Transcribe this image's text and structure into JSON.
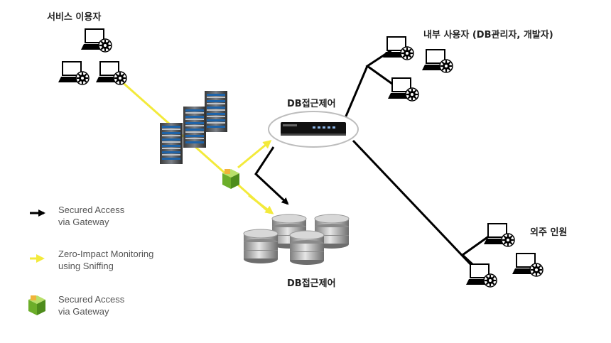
{
  "labels": {
    "service_users": "서비스 이용자",
    "internal_users": "내부 사용자 (DB관리자, 개발자)",
    "gateway": "DB접근제어",
    "database": "DB접근제어",
    "external": "외주 인원"
  },
  "legend": [
    {
      "icon": "black-arrow-icon",
      "line1": "Secured Access",
      "line2": "via Gateway"
    },
    {
      "icon": "yellow-arrow-icon",
      "line1": "Zero-Impact Monitoring",
      "line2": "using Sniffing"
    },
    {
      "icon": "green-cube-icon",
      "line1": "Secured Access",
      "line2": "via Gateway"
    }
  ],
  "colors": {
    "black_line": "#000000",
    "yellow_line": "#f3ea3b",
    "cube": "#7cc63a"
  }
}
